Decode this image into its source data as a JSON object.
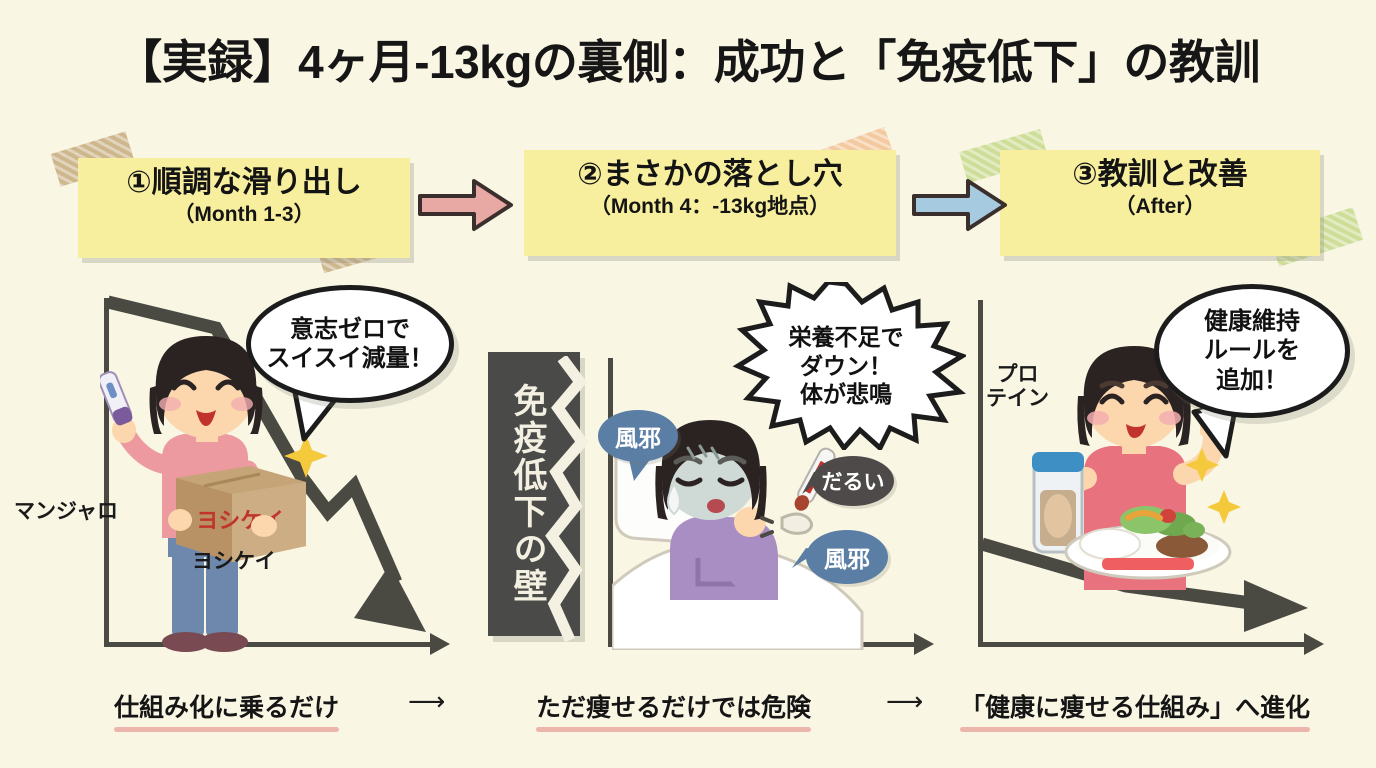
{
  "title": "【実録】4ヶ月-13kgの裏側：成功と「免疫低下」の教訓",
  "background_color": "#f9f6e4",
  "stages": [
    {
      "id": "stage-1",
      "note_main": "①順調な滑り出し",
      "note_sub": "（Month 1-3）",
      "note_color": "#f7ef9e",
      "tape_color": "#cbb286",
      "bubble": {
        "lines": [
          "意志ゼロで",
          "スイスイ減量！"
        ],
        "shape": "oval"
      },
      "labels": [
        "マンジャロ",
        "ヨシケイ"
      ],
      "box_brand": "ヨシケイ",
      "caption": "仕組み化に乗るだけ",
      "caption_underline_color": "#edb6ad",
      "trend": "steep-decline"
    },
    {
      "id": "stage-2",
      "note_main": "②まさかの落とし穴",
      "note_sub": "（Month 4：-13kg地点）",
      "note_color": "#f7ef9e",
      "tape_color": "#f3c79a",
      "bubble": {
        "lines": [
          "栄養不足で",
          "ダウン！",
          "体が悲鳴"
        ],
        "shape": "burst"
      },
      "mini_bubbles": [
        {
          "text": "風邪",
          "color": "#5b7ea5"
        },
        {
          "text": "だるい",
          "color": "#4e4a4a"
        },
        {
          "text": "風邪",
          "color": "#5b7ea5"
        }
      ],
      "caption": "ただ痩せるだけでは危険",
      "caption_underline_color": "#edb6ad",
      "trend": "flat"
    },
    {
      "id": "stage-3",
      "note_main": "③教訓と改善",
      "note_sub": "（After）",
      "note_color": "#f7ef9e",
      "tape_color": "#cbdc93",
      "bubble": {
        "lines": [
          "健康維持",
          "ルールを",
          "追加！"
        ],
        "shape": "oval"
      },
      "labels": [
        "プロテイン"
      ],
      "caption": "「健康に痩せる仕組み」へ進化",
      "caption_underline_color": "#edb6ad",
      "trend": "gentle-decline"
    }
  ],
  "wall": {
    "text": "免疫低下の壁",
    "color": "#4a4a48",
    "text_color": "#f3f0e1"
  },
  "transition_arrows": [
    {
      "name": "arrow-stage1-to-stage2",
      "color": "#e8a8a4"
    },
    {
      "name": "arrow-stage2-to-stage3",
      "color": "#a6cbe0"
    }
  ],
  "caption_arrows": [
    "⟶",
    "⟶"
  ],
  "labels": {
    "manjaro": "マンジャロ",
    "yoshikei": "ヨシケイ",
    "protein_line1": "プロ",
    "protein_line2": "テイン",
    "box_brand": "ヨシケイ"
  },
  "mini_bubbles": {
    "cold_1": "風邪",
    "tired": "だるい",
    "cold_2": "風邪"
  },
  "bubbles": {
    "b1_l1": "意志ゼロで",
    "b1_l2": "スイスイ減量！",
    "b2_l1": "栄養不足で",
    "b2_l2": "ダウン！",
    "b2_l3": "体が悲鳴",
    "b3_l1": "健康維持",
    "b3_l2": "ルールを",
    "b3_l3": "追加！"
  },
  "notes": {
    "n1_main": "①順調な滑り出し",
    "n1_sub": "（Month 1-3）",
    "n2_main": "②まさかの落とし穴",
    "n2_sub": "（Month 4：-13kg地点）",
    "n3_main": "③教訓と改善",
    "n3_sub": "（After）"
  },
  "captions": {
    "c1": "仕組み化に乗るだけ",
    "c2": "ただ痩せるだけでは危険",
    "c3": "「健康に痩せる仕組み」へ進化",
    "arrow1": "⟶",
    "arrow2": "⟶"
  }
}
